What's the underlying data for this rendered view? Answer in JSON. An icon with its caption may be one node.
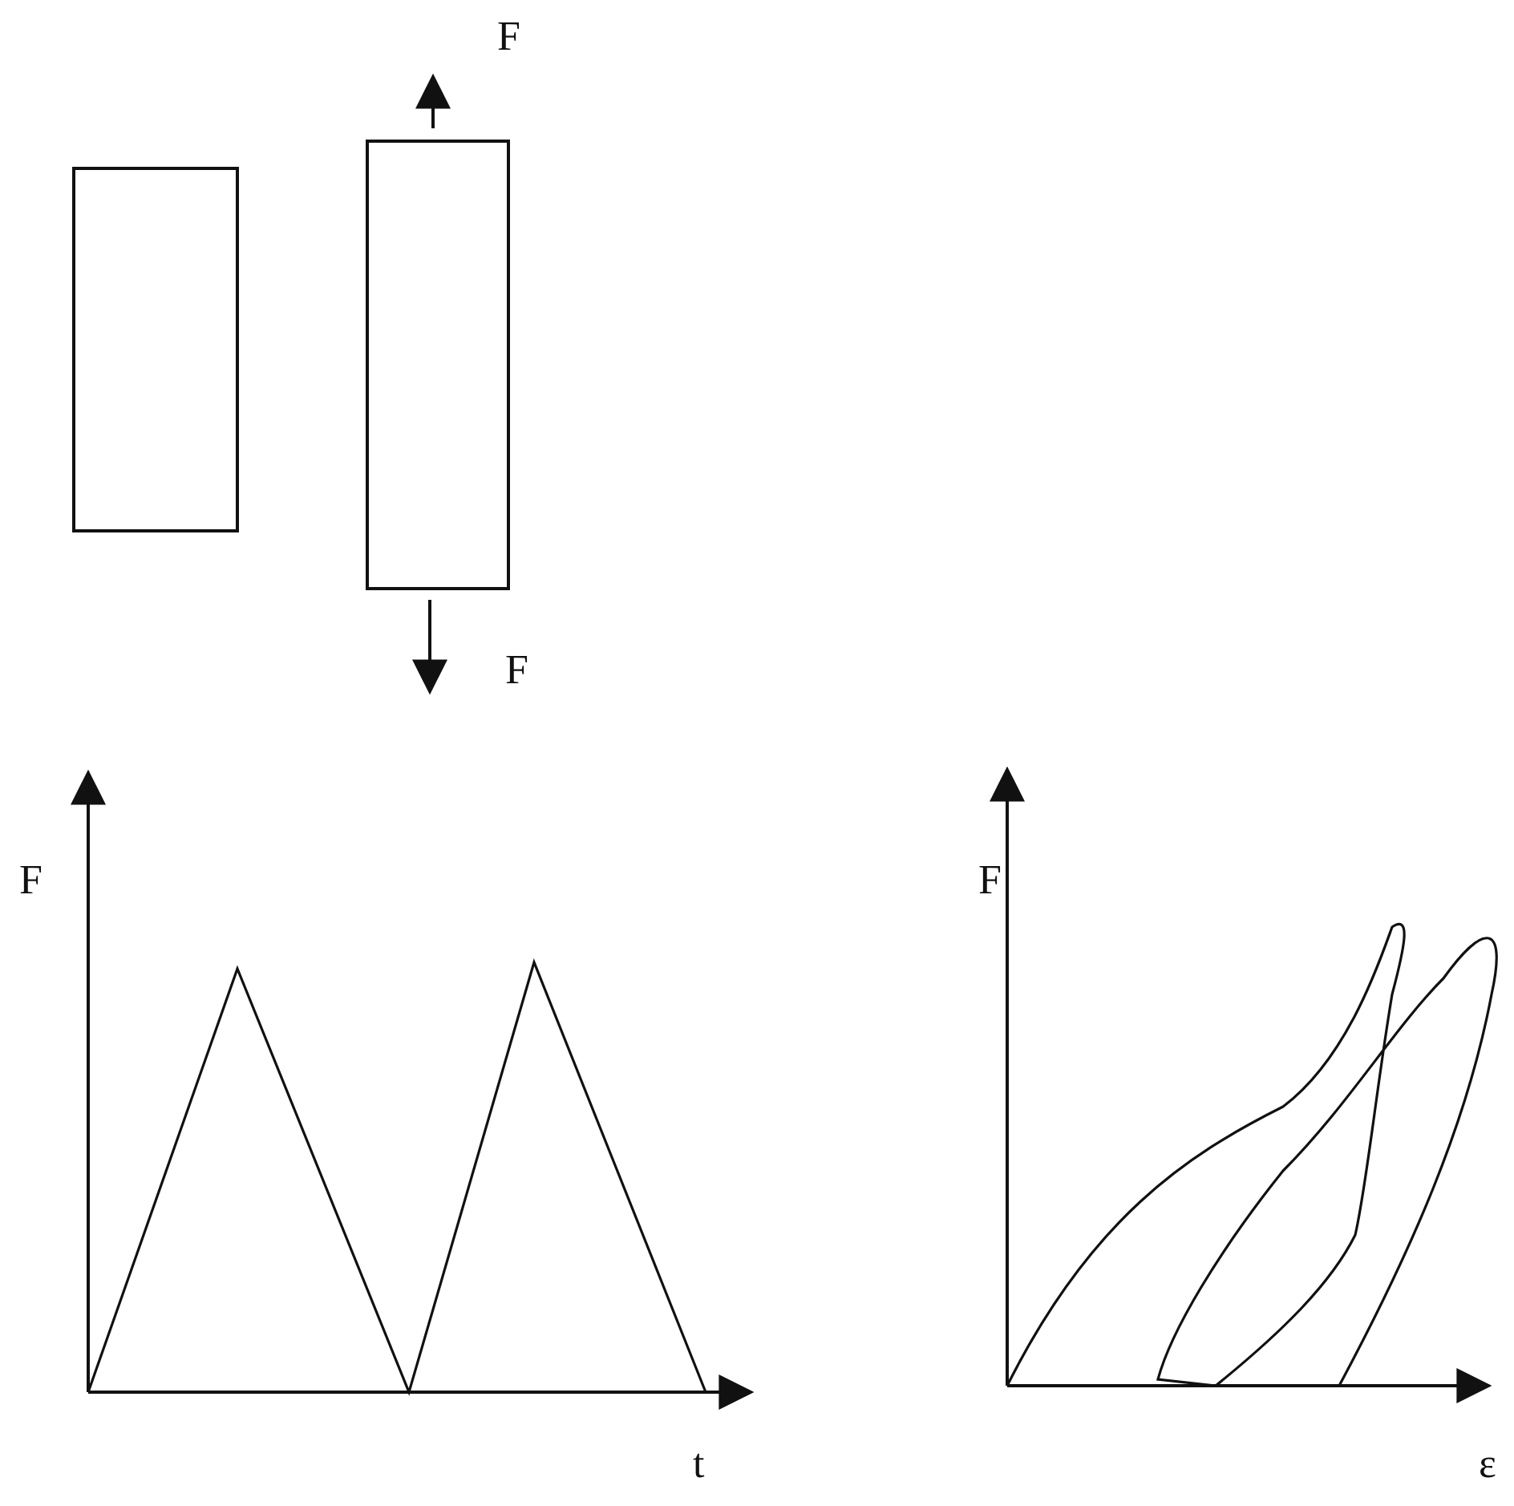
{
  "diagram": {
    "nodes": [
      {
        "text": [],
        "shape": "box"
      },
      {
        "text": [],
        "shape": "box"
      }
    ],
    "labels": [
      "F",
      "F",
      "F",
      "F",
      "t",
      "ε"
    ]
  }
}
